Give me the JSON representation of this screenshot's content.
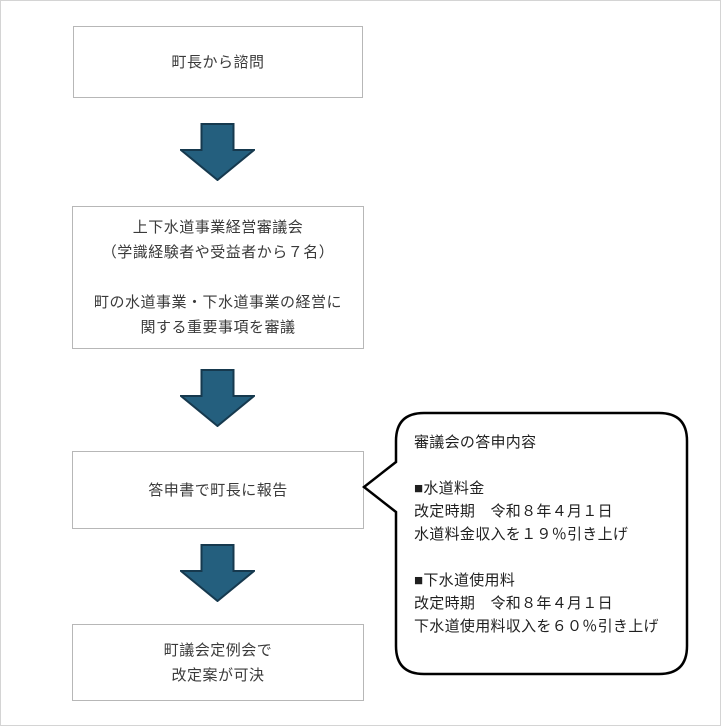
{
  "flow": {
    "boxes": [
      {
        "label": "町長から諮問"
      },
      {
        "lines": [
          "上下水道事業経営審議会",
          "（学識経験者や受益者から７名）",
          "",
          "町の水道事業・下水道事業の経営に",
          "関する重要事項を審議"
        ]
      },
      {
        "label": "答申書で町長に報告"
      },
      {
        "lines": [
          "町議会定例会で",
          "改定案が可決"
        ]
      }
    ]
  },
  "callout": {
    "title": "審議会の答申内容",
    "sections": [
      {
        "heading": "■水道料金",
        "line1": "改定時期　令和８年４月１日",
        "line2": "水道料金収入を１９％引き上げ"
      },
      {
        "heading": "■下水道使用料",
        "line1": "改定時期　令和８年４月１日",
        "line2": "下水道使用料収入を６０％引き上げ"
      }
    ]
  },
  "colors": {
    "arrow_fill": "#245f7e",
    "arrow_border": "#16394e",
    "box_border": "#b7b7b7",
    "bubble_border": "#000000"
  }
}
